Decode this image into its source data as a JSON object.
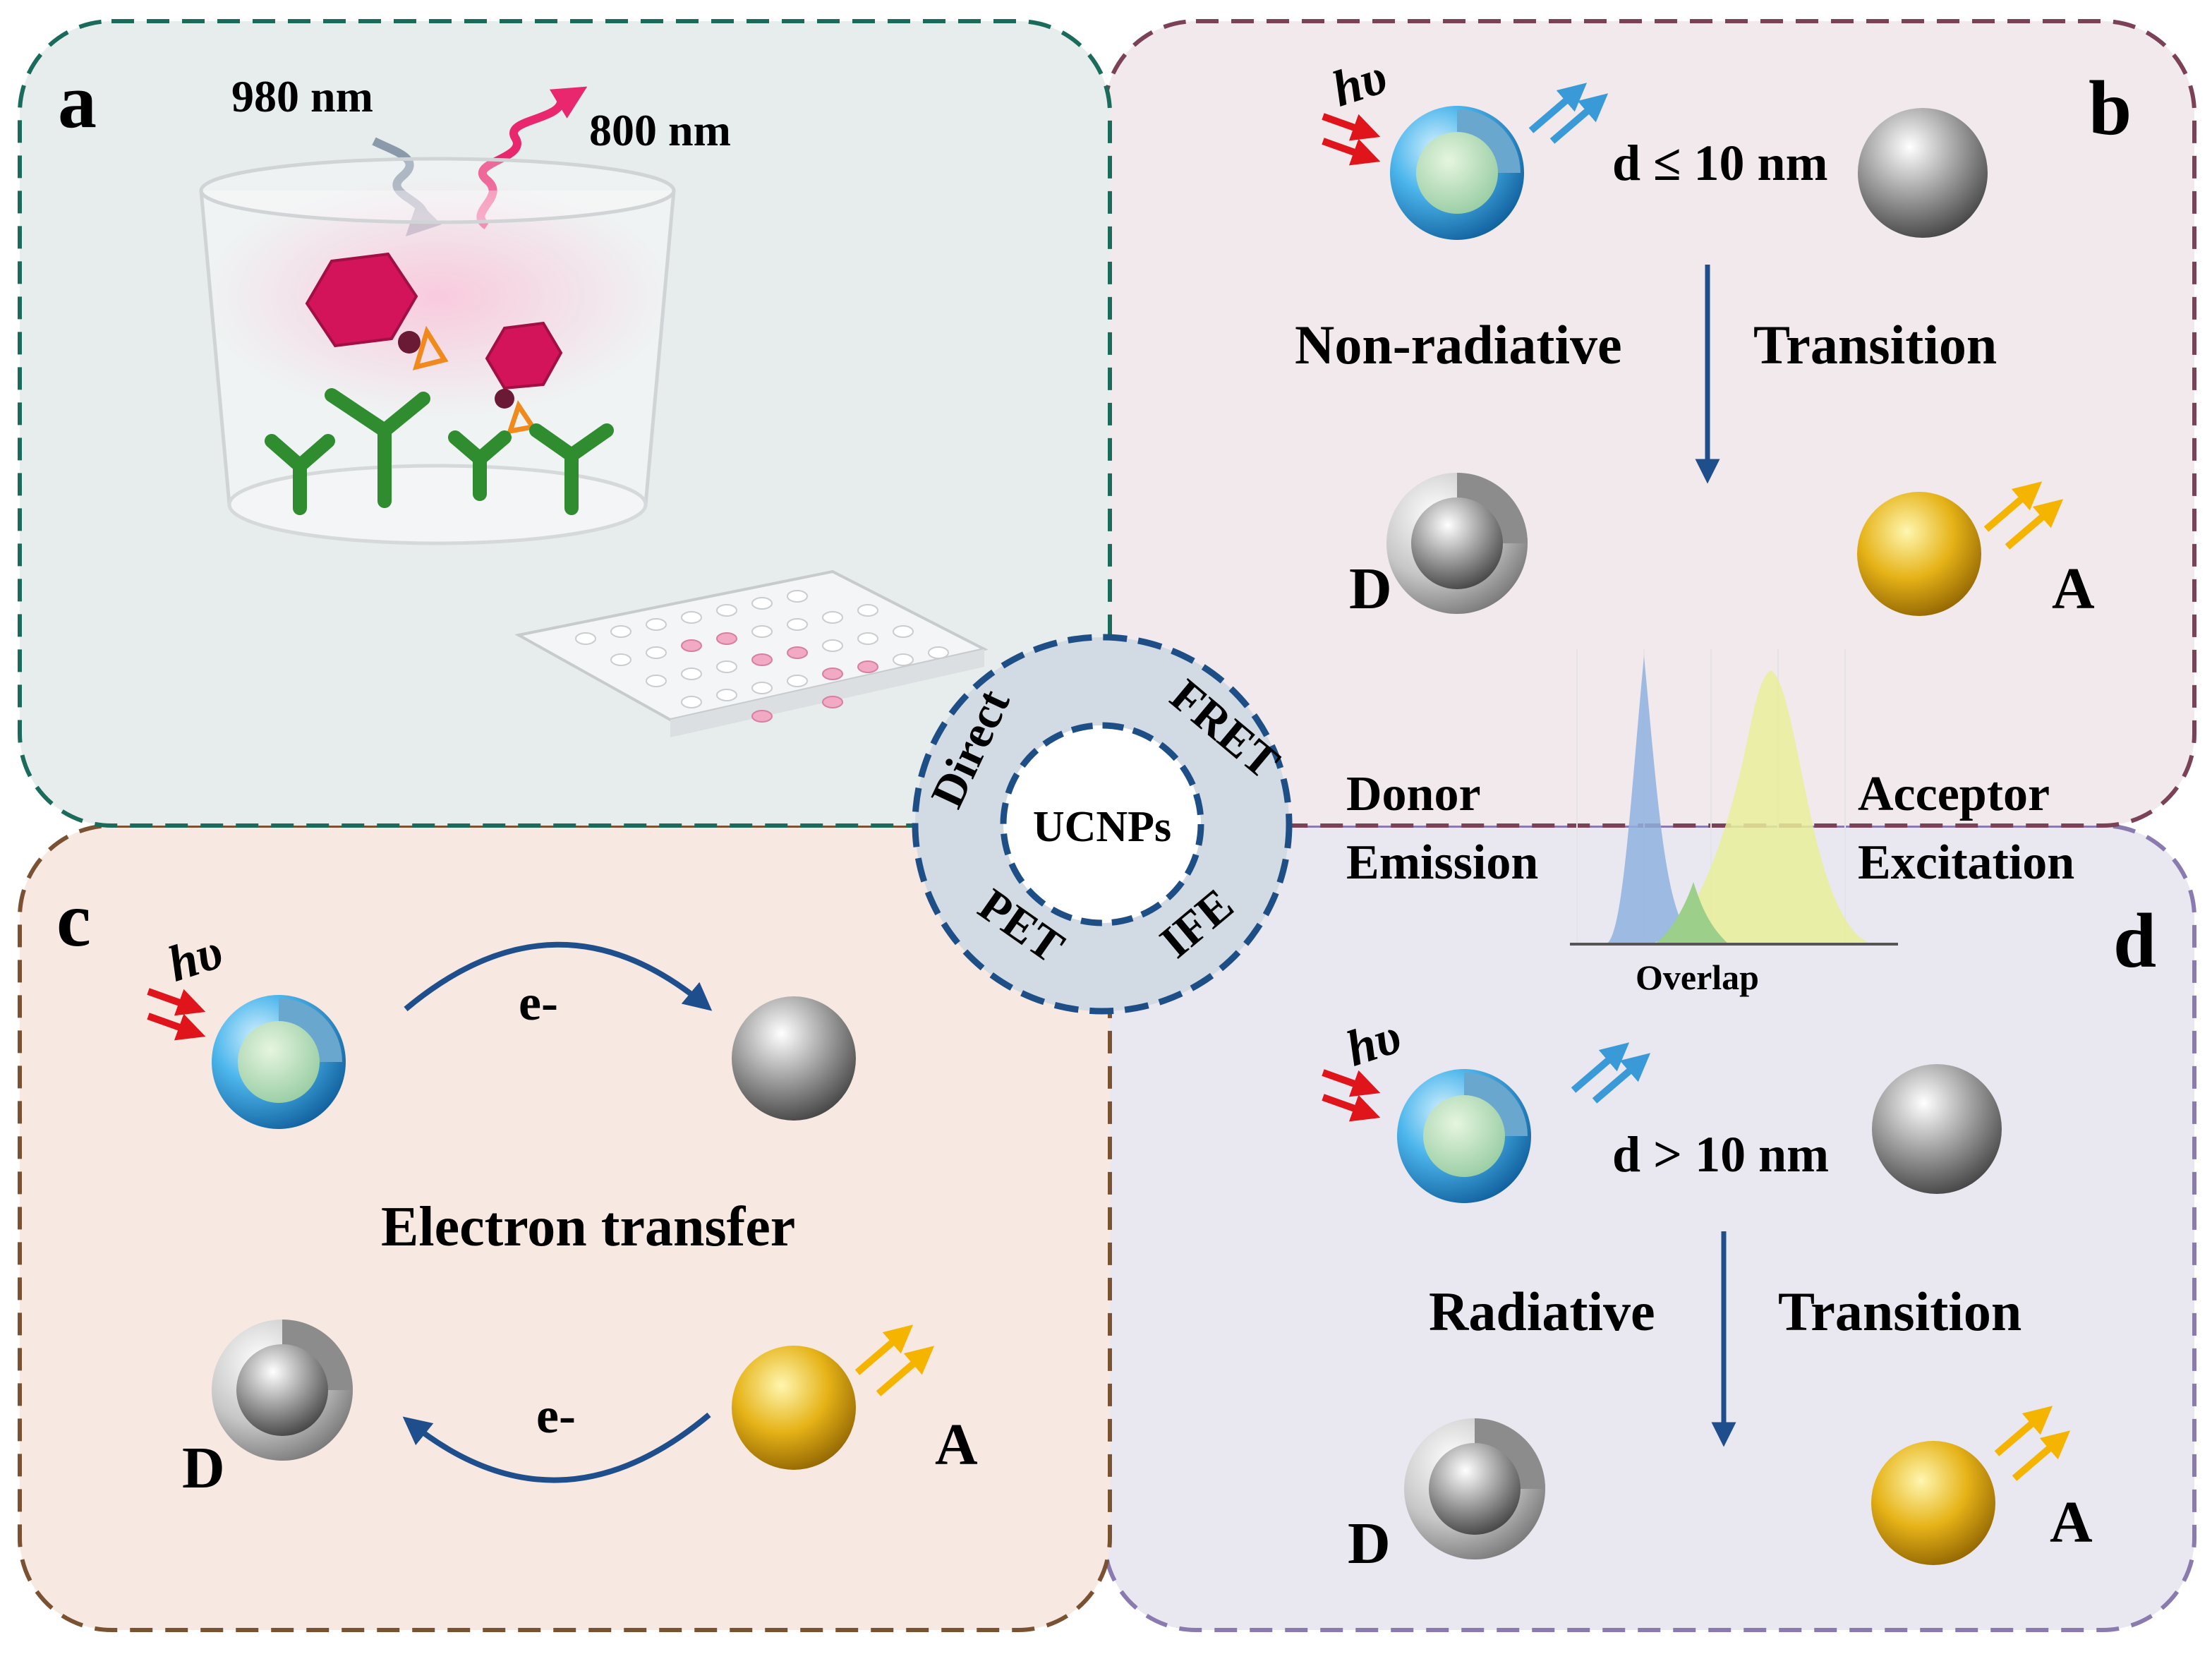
{
  "colors": {
    "panel_a_bg": "#e7eded",
    "panel_a_border": "#1a6b5c",
    "panel_b_bg": "#f1e9eb",
    "panel_b_border": "#7a4157",
    "panel_c_bg": "#f7e9e1",
    "panel_c_border": "#7a5231",
    "panel_d_bg": "#e9e7f0",
    "panel_d_border": "#8a7ab0",
    "center_ring": "#d2dae3",
    "center_border": "#1d4f86",
    "arrow_blue": "#1f4e8c",
    "photon_red": "#e0141b",
    "photon_blue": "#3a9ad8",
    "photon_yellow": "#f4b400",
    "donor_peak": "#8fb2e0",
    "acceptor_peak": "#e9ee9a",
    "overlap_fill": "#9ccf8a"
  },
  "panel_a": {
    "label": "a",
    "excitation_label": "980 nm",
    "emission_label": "800 nm",
    "icons": [
      "well-cup-icon",
      "upconversion-nanoparticle-icon",
      "antibody-icon",
      "microplate-icon"
    ]
  },
  "panel_b": {
    "label": "b",
    "hv": "hυ",
    "distance": "d ≤ 10 nm",
    "transition_left": "Non-radiative",
    "transition_right": "Transition",
    "donor": "D",
    "acceptor": "A"
  },
  "panel_c": {
    "label": "c",
    "hv": "hυ",
    "electron_top": "e-",
    "process": "Electron transfer",
    "electron_bottom": "e-",
    "donor": "D",
    "acceptor": "A"
  },
  "panel_d": {
    "label": "d",
    "hv": "hυ",
    "distance": "d > 10 nm",
    "transition_left": "Radiative",
    "transition_right": "Transition",
    "donor": "D",
    "acceptor": "A"
  },
  "spectrum": {
    "donor_line1": "Donor",
    "donor_line2": "Emission",
    "acceptor_line1": "Acceptor",
    "acceptor_line2": "Excitation",
    "overlap_label": "Overlap"
  },
  "center": {
    "core_label": "UCNPs",
    "mechanisms": [
      "Direct",
      "FRET",
      "PET",
      "IFE"
    ]
  }
}
